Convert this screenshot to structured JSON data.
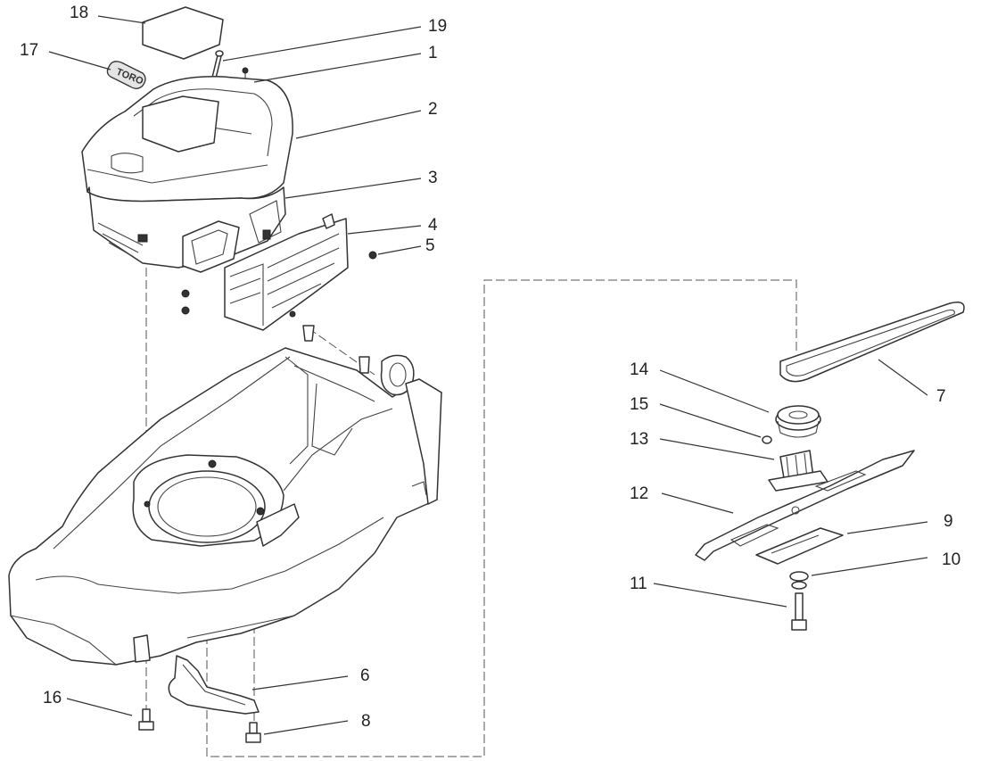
{
  "diagram": {
    "logo_text": "TORO",
    "callouts": [
      {
        "id": "c18",
        "label": "18"
      },
      {
        "id": "c19",
        "label": "19"
      },
      {
        "id": "c17",
        "label": "17"
      },
      {
        "id": "c1",
        "label": "1"
      },
      {
        "id": "c2",
        "label": "2"
      },
      {
        "id": "c3",
        "label": "3"
      },
      {
        "id": "c4",
        "label": "4"
      },
      {
        "id": "c5",
        "label": "5"
      },
      {
        "id": "c7",
        "label": "7"
      },
      {
        "id": "c14",
        "label": "14"
      },
      {
        "id": "c15",
        "label": "15"
      },
      {
        "id": "c13",
        "label": "13"
      },
      {
        "id": "c12",
        "label": "12"
      },
      {
        "id": "c9",
        "label": "9"
      },
      {
        "id": "c10",
        "label": "10"
      },
      {
        "id": "c11",
        "label": "11"
      },
      {
        "id": "c6",
        "label": "6"
      },
      {
        "id": "c16",
        "label": "16"
      },
      {
        "id": "c8",
        "label": "8"
      }
    ]
  }
}
